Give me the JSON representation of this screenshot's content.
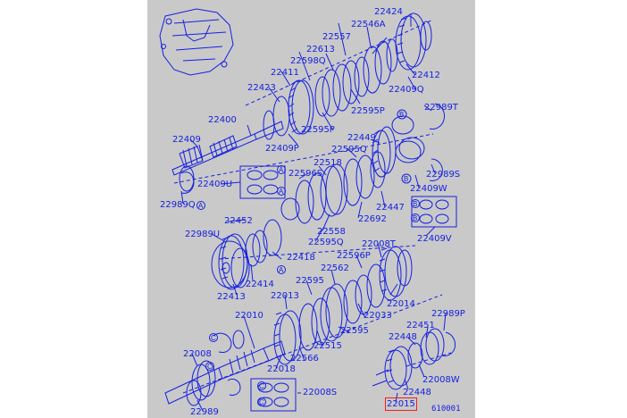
{
  "diagram": {
    "figure_number": "610001",
    "highlighted_part": "22015",
    "colors": {
      "line": "#1621e0",
      "background": "#c9c9c9",
      "highlight": "#ff1a1a"
    },
    "part_numbers": {
      "p22424": "22424",
      "p22557": "22557",
      "p22546a": "22546A",
      "p22613": "22613",
      "p22598q": "22598Q",
      "p22411": "22411",
      "p22412": "22412",
      "p22409q": "22409Q",
      "p22423": "22423",
      "p22595p_a": "22595P",
      "p22400": "22400",
      "p22595p_b": "22595P",
      "p22989t": "22989T",
      "p22409": "22409",
      "p22409p": "22409P",
      "p22449": "22449",
      "p22595q_a": "22595Q",
      "p22518": "22518",
      "p22596s": "22596S",
      "p22989s": "22989S",
      "p22409u": "22409U",
      "p22409w": "22409W",
      "p22989q": "22989Q",
      "p22447": "22447",
      "p22452": "22452",
      "p22692": "22692",
      "p22409v": "22409V",
      "p22558": "22558",
      "p22989u": "22989U",
      "p22595q_b": "22595Q",
      "p22008t": "22008T",
      "p22418": "22418",
      "p22596p": "22596P",
      "p22562": "22562",
      "p22595_a": "22595",
      "p22414": "22414",
      "p22413": "22413",
      "p22014": "22014",
      "p22013": "22013",
      "p22989p": "22989P",
      "p22010": "22010",
      "p22033": "22033",
      "p22451": "22451",
      "p22515": "22515",
      "p22595_b": "22595",
      "p22448_a": "22448",
      "p22566": "22566",
      "p22008": "22008",
      "p22018": "22018",
      "p22008w": "22008W",
      "p22448_b": "22448",
      "p22008s": "22008S",
      "p22989": "22989",
      "p22015": "22015"
    },
    "reference_marks": {
      "a": "A",
      "b": "B",
      "c": "C"
    }
  }
}
